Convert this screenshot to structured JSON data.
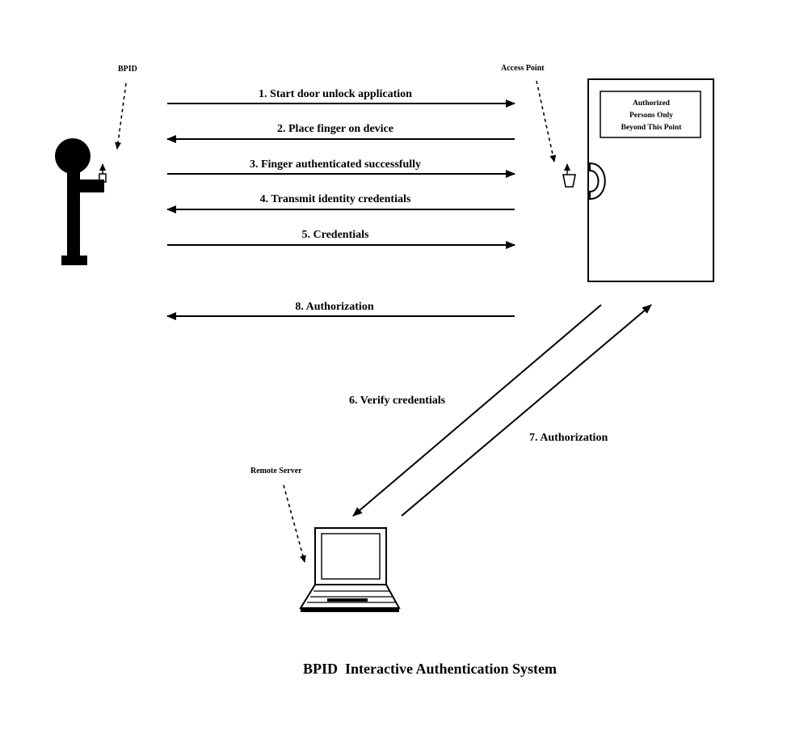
{
  "labels": {
    "bpid": "BPID",
    "access_point": "Access Point",
    "remote_server": "Remote Server"
  },
  "door_sign": {
    "line1": "Authorized",
    "line2": "Persons Only",
    "line3": "Beyond This Point"
  },
  "messages": {
    "m1": "1. Start door unlock application",
    "m2": "2. Place finger on device",
    "m3": "3. Finger authenticated successfully",
    "m4": "4. Transmit identity credentials",
    "m5": "5. Credentials",
    "m6": "6. Verify credentials",
    "m7": "7. Authorization",
    "m8": "8. Authorization"
  },
  "caption": "BPID  Interactive Authentication System",
  "colors": {
    "ink": "#000000",
    "background": "#ffffff"
  }
}
